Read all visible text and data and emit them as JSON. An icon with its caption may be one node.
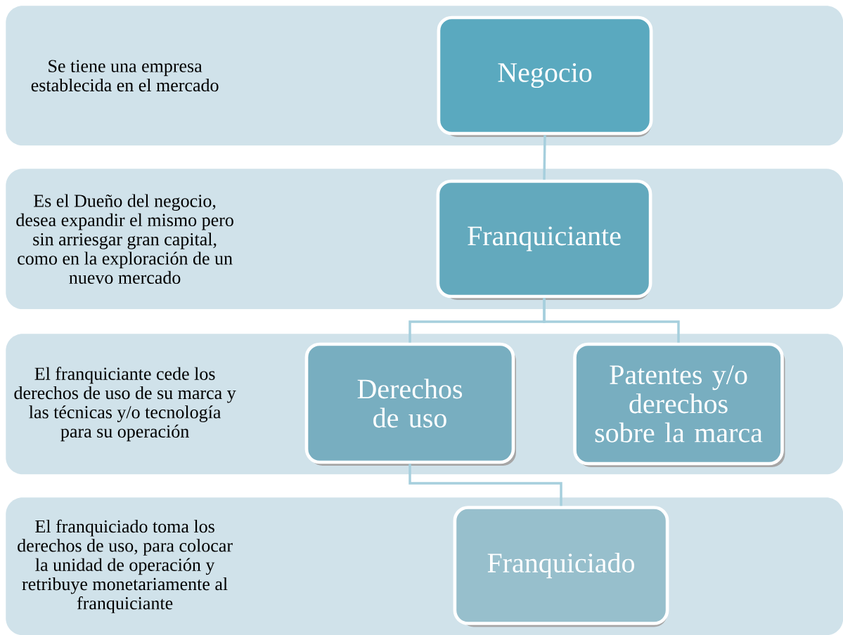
{
  "diagram": {
    "nodes": [
      {
        "text": [
          "Se tiene una empresa establecida en el mercado"
        ]
      },
      {
        "text": [
          "Negocio"
        ],
        "in": 0
      },
      {
        "text": [
          "Es el Dueño del negocio, desea expandir el mismo pero sin arriesgar gran capital, como en la exploración de un nuevo mercado"
        ]
      },
      {
        "text": [
          "Franquiciante"
        ],
        "in": 2
      },
      {
        "text": [
          "El franquiciante cede los derechos de uso de su marca y las técnicas y/o tecnología para su operación"
        ]
      },
      {
        "text": [
          "Derechos de uso"
        ],
        "in": 4
      },
      {
        "text": [
          "Patentes y/o derechos sobre la marca"
        ],
        "in": 4
      },
      {
        "text": [
          "El franquiciado toma los derechos de uso, para colocar la unidad de operación y retribuye monetariamente al franquiciante"
        ]
      },
      {
        "text": [
          "Franquiciado"
        ],
        "in": 7
      }
    ],
    "edges": [
      {
        "from": 1,
        "to": 3,
        "arrow": "none"
      },
      {
        "from": 3,
        "to": 5,
        "arrow": "none"
      },
      {
        "from": 3,
        "to": 6,
        "arrow": "none"
      },
      {
        "from": 5,
        "to": 8,
        "arrow": "none"
      }
    ]
  }
}
